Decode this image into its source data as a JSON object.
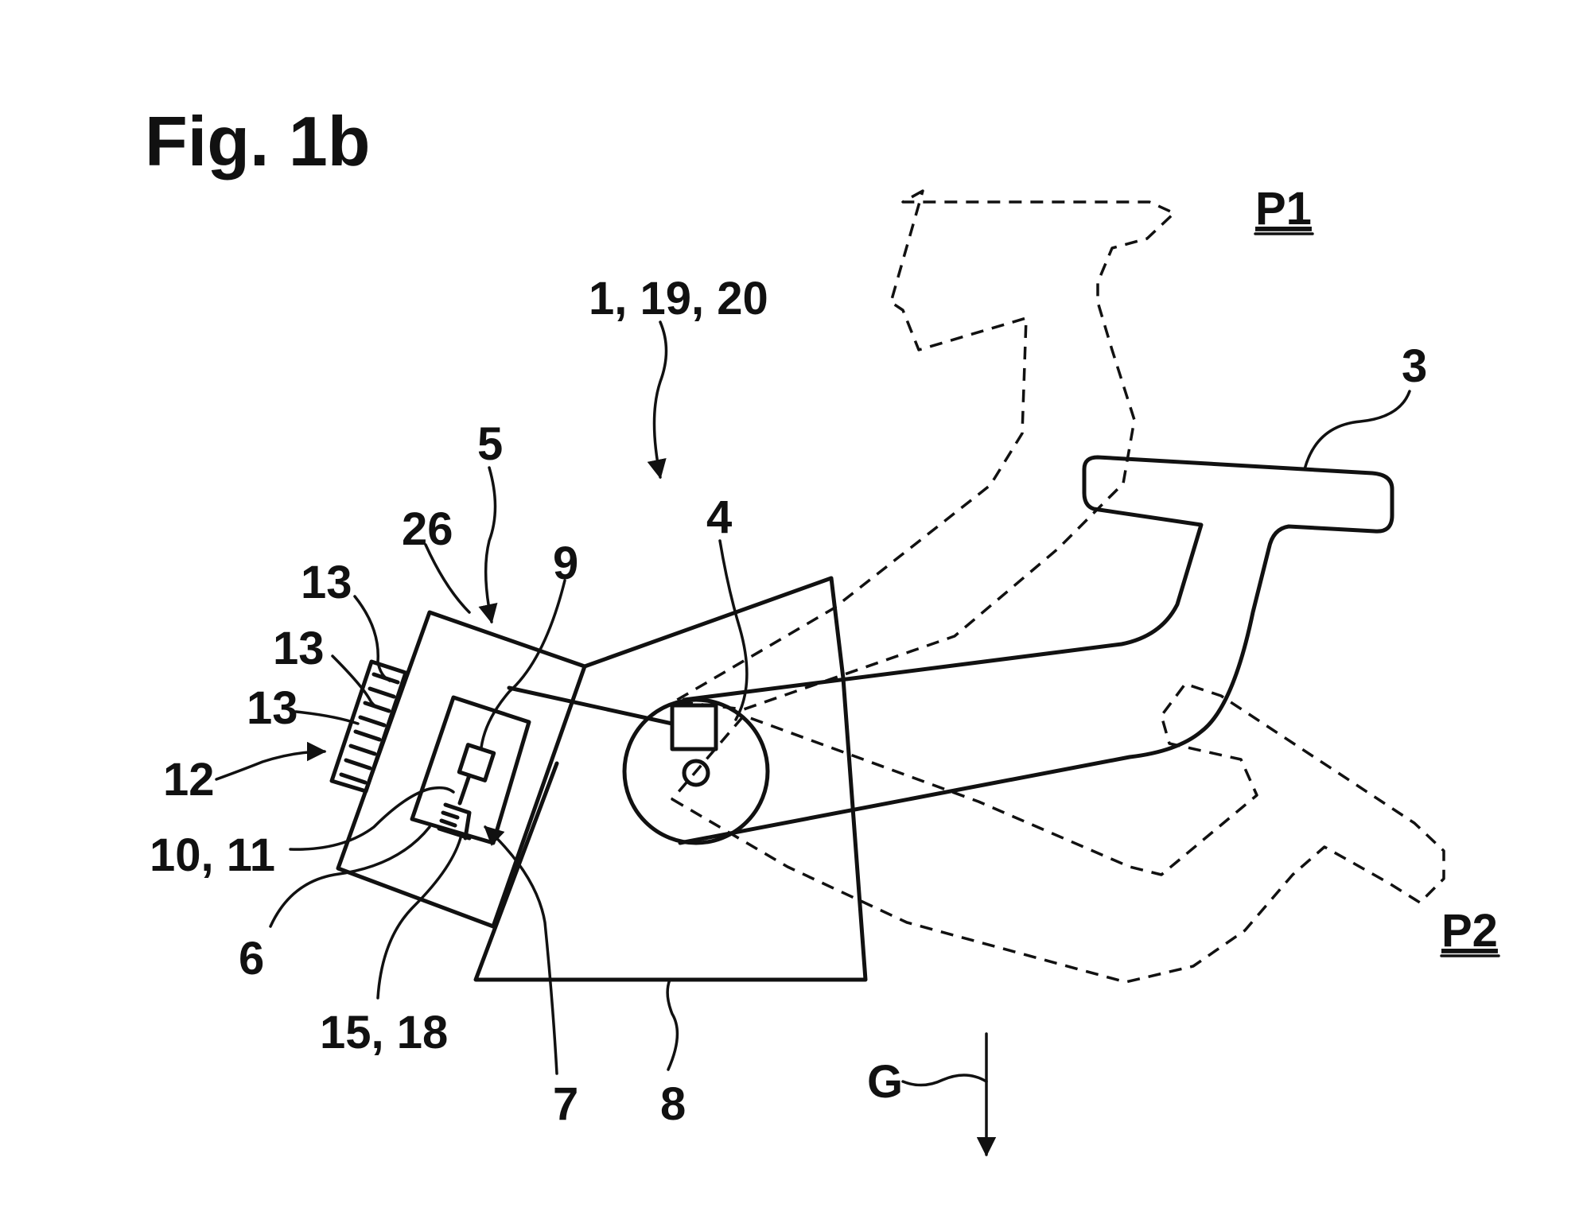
{
  "figure": {
    "title": "Fig. 1b"
  },
  "labels": {
    "assembly": "1, 19, 20",
    "pedal": "3",
    "pivot_sensor": "4",
    "housing": "5",
    "sensor_element": "6",
    "circuit_board": "7",
    "bracket": "8",
    "chip": "9",
    "sensor_pair": "10, 11",
    "connector": "12",
    "pin_a": "13",
    "pin_b": "13",
    "pin_c": "13",
    "electronics": "15, 18",
    "cover": "26",
    "gravity": "G",
    "position_one": "P1",
    "position_two": "P2"
  }
}
